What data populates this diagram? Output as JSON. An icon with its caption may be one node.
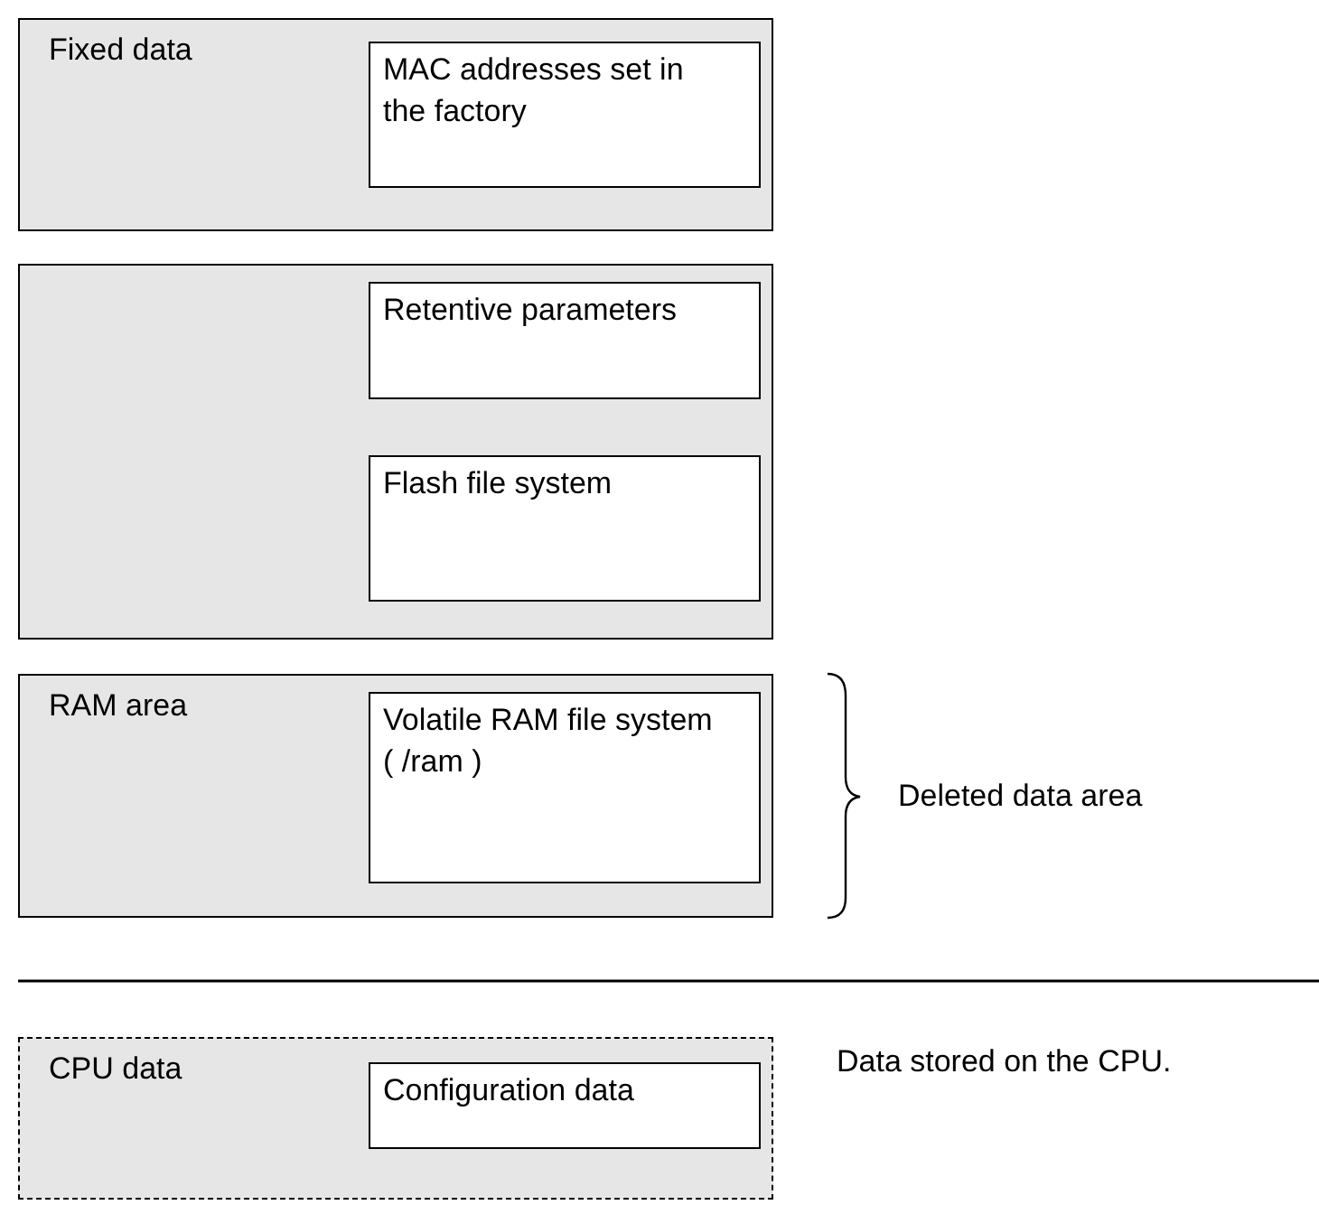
{
  "diagram": {
    "nodes": [
      {
        "text": [
          "Fixed data"
        ]
      },
      {
        "text": [
          "MAC addresses set in the factory"
        ],
        "in": 0
      },
      {
        "text": [],
        "shape": "box"
      },
      {
        "text": [
          "Retentive parameters"
        ],
        "in": 2
      },
      {
        "text": [
          "Flash file system"
        ],
        "in": 2
      },
      {
        "text": [
          "RAM area"
        ]
      },
      {
        "text": [
          "Volatile RAM file system ( /ram )"
        ],
        "in": 5
      },
      {
        "text": [
          "CPU data"
        ],
        "beside": [
          "Data stored on the CPU."
        ]
      },
      {
        "text": [
          "Configuration data"
        ],
        "in": 7
      }
    ],
    "labels": [
      "Deleted data area"
    ]
  }
}
